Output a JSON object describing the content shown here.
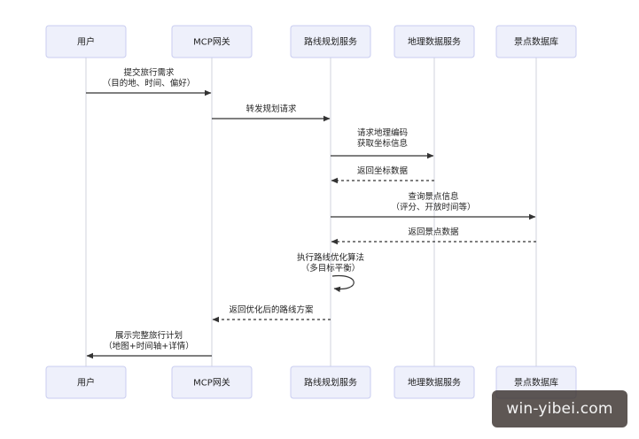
{
  "participants": [
    {
      "id": "user",
      "label": "用户"
    },
    {
      "id": "gateway",
      "label": "MCP网关"
    },
    {
      "id": "planner",
      "label": "路线规划服务"
    },
    {
      "id": "geo",
      "label": "地理数据服务"
    },
    {
      "id": "poi",
      "label": "景点数据库"
    }
  ],
  "messages": [
    {
      "from": "user",
      "to": "gateway",
      "style": "solid",
      "lines": [
        "提交旅行需求",
        "（目的地、时间、偏好）"
      ]
    },
    {
      "from": "gateway",
      "to": "planner",
      "style": "solid",
      "lines": [
        "转发规划请求"
      ]
    },
    {
      "from": "planner",
      "to": "geo",
      "style": "solid",
      "lines": [
        "请求地理编码",
        "获取坐标信息"
      ]
    },
    {
      "from": "geo",
      "to": "planner",
      "style": "dashed",
      "lines": [
        "返回坐标数据"
      ]
    },
    {
      "from": "planner",
      "to": "poi",
      "style": "solid",
      "lines": [
        "查询景点信息",
        "（评分、开放时间等）"
      ]
    },
    {
      "from": "poi",
      "to": "planner",
      "style": "dashed",
      "lines": [
        "返回景点数据"
      ]
    },
    {
      "from": "planner",
      "to": "planner",
      "style": "self",
      "lines": [
        "执行路线优化算法",
        "（多目标平衡）"
      ]
    },
    {
      "from": "planner",
      "to": "gateway",
      "style": "dashed",
      "lines": [
        "返回优化后的路线方案"
      ]
    },
    {
      "from": "gateway",
      "to": "user",
      "style": "solid",
      "lines": [
        "展示完整旅行计划",
        "（地图+时间轴+详情）"
      ]
    }
  ],
  "watermark": "win-yibei.com",
  "colors": {
    "box_fill": "#eef0fb",
    "box_stroke": "#c9cdf0",
    "lifeline": "#d0d3de",
    "arrow": "#333333",
    "watermark_bg": "#3a322e"
  }
}
